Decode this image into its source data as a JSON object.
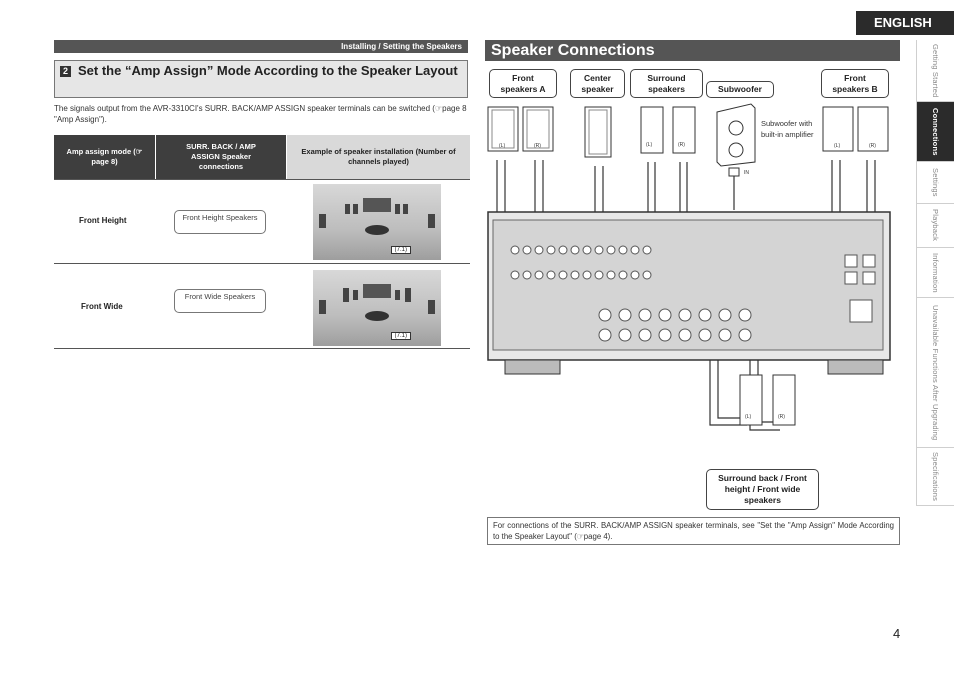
{
  "language_tab": "ENGLISH",
  "side_nav": [
    {
      "label": "Getting Started",
      "active": false
    },
    {
      "label": "Connections",
      "active": true
    },
    {
      "label": "Settings",
      "active": false
    },
    {
      "label": "Playback",
      "active": false
    },
    {
      "label": "Information",
      "active": false
    },
    {
      "label": "Unavailable Functions After Upgrading",
      "active": false
    },
    {
      "label": "Specifications",
      "active": false
    }
  ],
  "section_bar": "Installing / Setting the Speakers",
  "step": {
    "number": "2",
    "heading": "Set the “Amp Assign” Mode According to the Speaker Layout",
    "intro": "The signals output from the AVR-3310CI's SURR. BACK/AMP ASSIGN speaker terminals can be switched (☞page 8 \"Amp Assign\")."
  },
  "table": {
    "headers": [
      "Amp assign mode (☞ page 8)",
      "SURR. BACK / AMP ASSIGN Speaker connections",
      "Example of speaker installation (Number of channels played)"
    ],
    "rows": [
      {
        "mode": "Front Height",
        "connection": "Front Height Speakers",
        "channels": "(7.1)"
      },
      {
        "mode": "Front Wide",
        "connection": "Front Wide Speakers",
        "channels": "(7.1)"
      }
    ]
  },
  "diagram": {
    "title": "Speaker Connections",
    "labels": {
      "front_a": "Front speakers A",
      "center": "Center speaker",
      "surround": "Surround speakers",
      "subwoofer": "Subwoofer",
      "front_b": "Front speakers B",
      "surround_back": "Surround back / Front height / Front wide speakers",
      "subwoofer_note": "Subwoofer with built-in amplifier",
      "in": "IN",
      "left": "(L)",
      "right": "(R)"
    }
  },
  "note": "For connections of the SURR. BACK/AMP ASSIGN speaker terminals, see \"Set the \"Amp Assign\" Mode According to the Speaker Layout\" (☞page 4).",
  "page_number": "4"
}
